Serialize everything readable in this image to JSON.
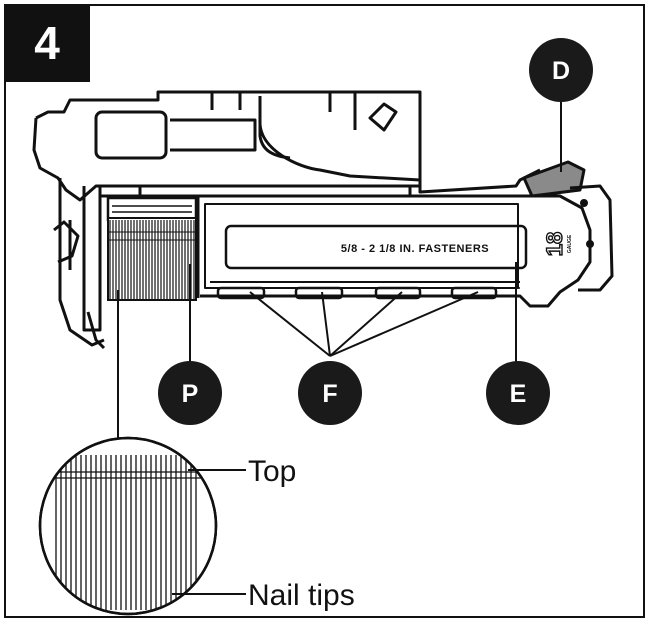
{
  "figure": {
    "step_number": "4",
    "callouts": {
      "D": "D",
      "P": "P",
      "F": "F",
      "E": "E"
    },
    "magazine_label": "5/8 - 2 1/8 IN. FASTENERS",
    "gauge_number": "18",
    "gauge_word": "GAUGE",
    "inset_labels": {
      "top": "Top",
      "nail_tips": "Nail tips"
    }
  }
}
